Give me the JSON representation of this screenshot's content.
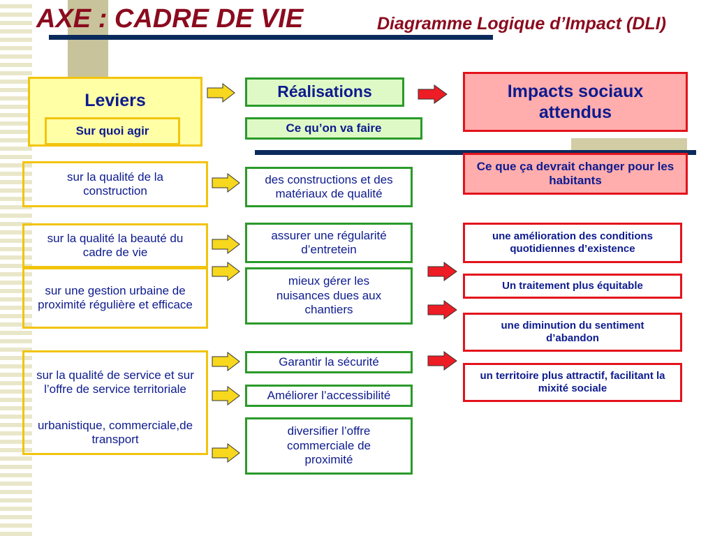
{
  "header": {
    "axis_title": "AXE :  CADRE DE VIE",
    "subtitle": "Diagramme Logique d’Impact (DLI)"
  },
  "columns": {
    "levers": {
      "title": "Leviers",
      "subtitle": "Sur quoi agir"
    },
    "achievements": {
      "title": "Réalisations",
      "subtitle": "Ce qu’on va faire"
    },
    "impacts": {
      "title": "Impacts sociaux attendus",
      "subtitle": "Ce que ça devrait changer pour les habitants"
    }
  },
  "levers": [
    "sur la qualité de la construction",
    "sur la qualité  la beauté du cadre de vie",
    "sur une gestion urbaine de proximité régulière et efficace",
    "sur la qualité de service et sur l’offre de service territoriale",
    "urbanistique, commerciale,de transport"
  ],
  "achievements": [
    "des constructions et des matériaux de qualité",
    "assurer une régularité d’entretein",
    "mieux gérer les nuisances dues aux chantiers",
    "Garantir la sécurité",
    "Améliorer l’accessibilité",
    "diversifier l’offre commerciale de proximité"
  ],
  "impacts": [
    "une amélioration des conditions quotidiennes d’existence",
    "Un traitement plus équitable",
    "une diminution du sentiment d’abandon",
    "un territoire plus attractif, facilitant la mixité sociale"
  ],
  "colors": {
    "title": "#8b0b1e",
    "text": "#0d1b8e",
    "lever_border": "#f2c40c",
    "achievement_border": "#2a9a2a",
    "impact_border": "#e3131c",
    "yellow_arrow": "#f7d81e",
    "red_arrow": "#ee1c24"
  }
}
